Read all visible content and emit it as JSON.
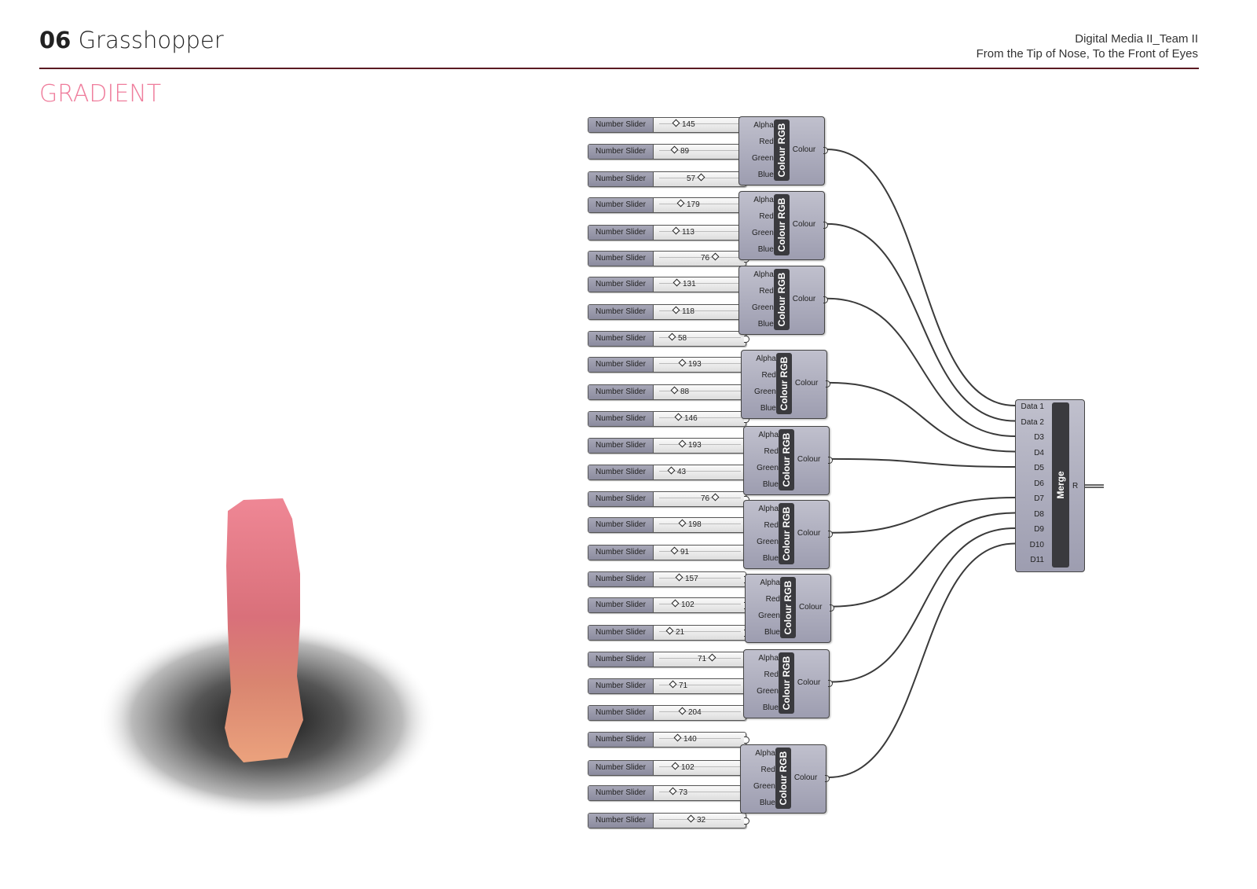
{
  "header": {
    "number": "06",
    "title": "Grasshopper",
    "right_line1": "Digital Media II_Team II",
    "right_line2": "From the Tip of Nose, To the Front of Eyes"
  },
  "section_title": "GRADIENT",
  "slider_label": "Number Slider",
  "sliders": [
    {
      "value": "145",
      "fraction": 0.14,
      "text_first": false
    },
    {
      "value": "89",
      "fraction": 0.12,
      "text_first": false
    },
    {
      "value": "57",
      "fraction": 0.55,
      "text_first": true
    },
    {
      "value": "179",
      "fraction": 0.2,
      "text_first": false
    },
    {
      "value": "113",
      "fraction": 0.14,
      "text_first": false
    },
    {
      "value": "76",
      "fraction": 0.73,
      "text_first": true
    },
    {
      "value": "131",
      "fraction": 0.15,
      "text_first": false
    },
    {
      "value": "118",
      "fraction": 0.14,
      "text_first": false
    },
    {
      "value": "58",
      "fraction": 0.09,
      "text_first": false
    },
    {
      "value": "193",
      "fraction": 0.22,
      "text_first": false
    },
    {
      "value": "88",
      "fraction": 0.12,
      "text_first": false
    },
    {
      "value": "146",
      "fraction": 0.17,
      "text_first": false
    },
    {
      "value": "193",
      "fraction": 0.22,
      "text_first": false
    },
    {
      "value": "43",
      "fraction": 0.08,
      "text_first": false
    },
    {
      "value": "76",
      "fraction": 0.73,
      "text_first": true
    },
    {
      "value": "198",
      "fraction": 0.22,
      "text_first": false
    },
    {
      "value": "91",
      "fraction": 0.12,
      "text_first": false
    },
    {
      "value": "157",
      "fraction": 0.18,
      "text_first": false
    },
    {
      "value": "102",
      "fraction": 0.13,
      "text_first": false
    },
    {
      "value": "21",
      "fraction": 0.06,
      "text_first": false
    },
    {
      "value": "71",
      "fraction": 0.69,
      "text_first": true
    },
    {
      "value": "71",
      "fraction": 0.1,
      "text_first": false
    },
    {
      "value": "204",
      "fraction": 0.22,
      "text_first": false
    },
    {
      "value": "140",
      "fraction": 0.16,
      "text_first": false
    },
    {
      "value": "102",
      "fraction": 0.13,
      "text_first": false
    },
    {
      "value": "73",
      "fraction": 0.1,
      "text_first": false
    },
    {
      "value": "32",
      "fraction": 0.33,
      "text_first": false
    }
  ],
  "colour_rgb": {
    "title": "Colour RGB",
    "inputs": [
      "Alpha",
      "Red",
      "Green",
      "Blue"
    ],
    "output": "Colour",
    "count": 9
  },
  "merge": {
    "title": "Merge",
    "inputs": [
      "Data 1",
      "Data 2",
      "D3",
      "D4",
      "D5",
      "D6",
      "D7",
      "D8",
      "D9",
      "D10",
      "D11"
    ],
    "output": "R"
  },
  "colors": {
    "accent": "#ef7d9c",
    "rule": "#5a1a22",
    "component": "#a9a9bb",
    "wire": "#3a3a3a"
  }
}
